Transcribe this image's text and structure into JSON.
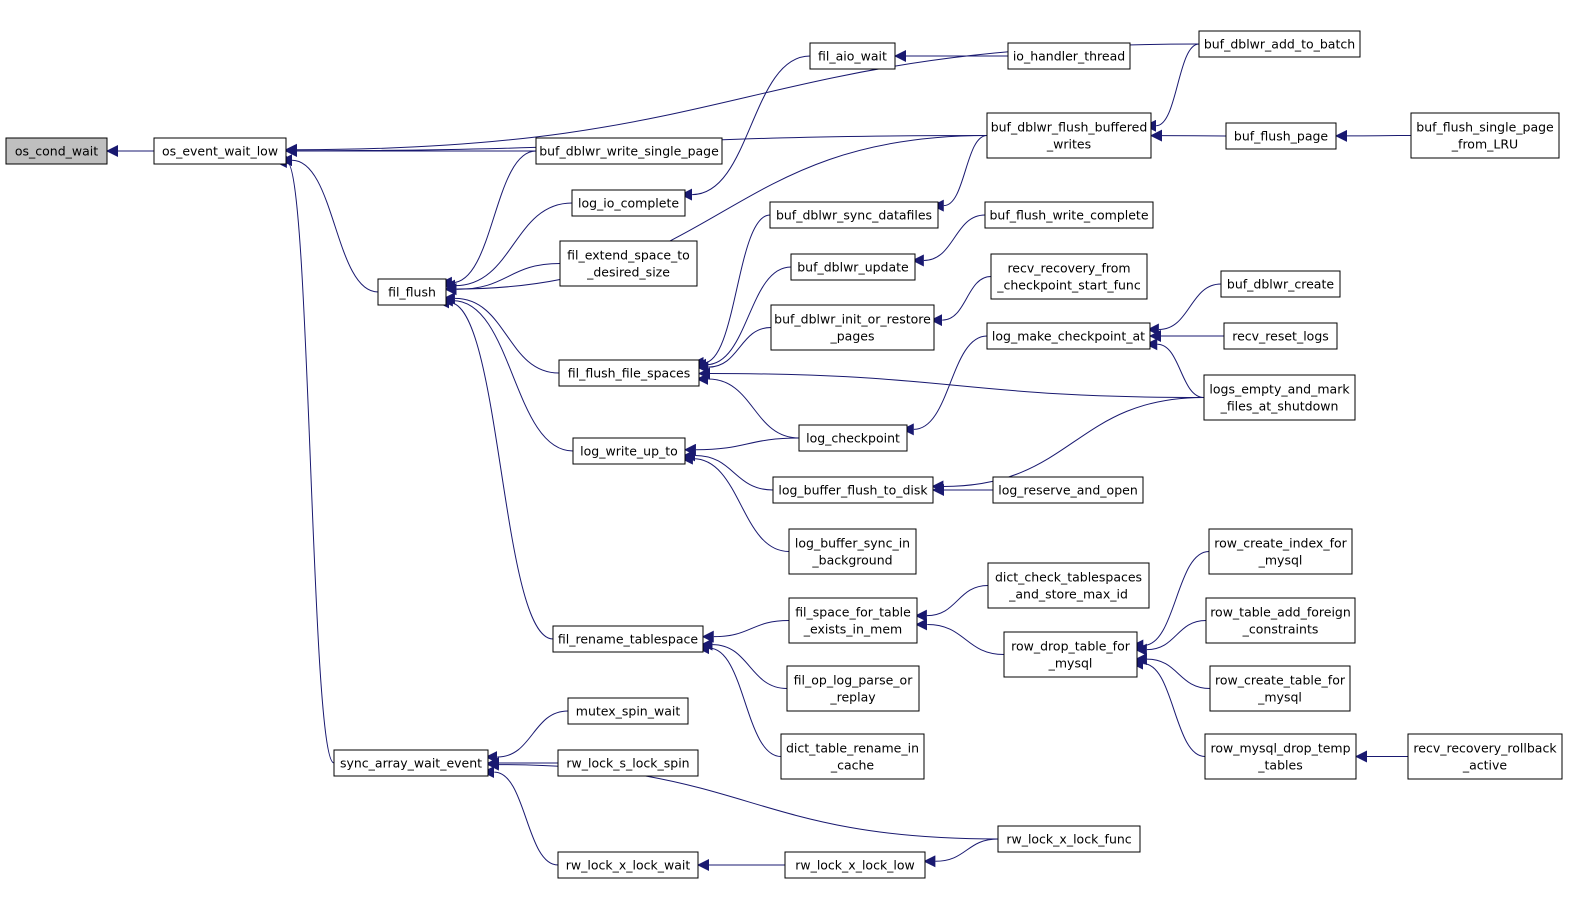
{
  "colors": {
    "edge": "#191970",
    "root_fill": "#bfbfbf",
    "node_fill": "#ffffff",
    "border": "#000000"
  },
  "nodes": [
    {
      "id": "os_cond_wait",
      "lines": [
        "os_cond_wait"
      ],
      "root": true
    },
    {
      "id": "os_event_wait_low",
      "lines": [
        "os_event_wait_low"
      ]
    },
    {
      "id": "fil_flush",
      "lines": [
        "fil_flush"
      ]
    },
    {
      "id": "sync_array_wait_event",
      "lines": [
        "sync_array_wait_event"
      ]
    },
    {
      "id": "buf_dblwr_write_single_page",
      "lines": [
        "buf_dblwr_write_single_page"
      ]
    },
    {
      "id": "log_io_complete",
      "lines": [
        "log_io_complete"
      ]
    },
    {
      "id": "fil_extend_space_to_desired_size",
      "lines": [
        "fil_extend_space_to",
        "_desired_size"
      ]
    },
    {
      "id": "fil_flush_file_spaces",
      "lines": [
        "fil_flush_file_spaces"
      ]
    },
    {
      "id": "log_write_up_to",
      "lines": [
        "log_write_up_to"
      ]
    },
    {
      "id": "fil_rename_tablespace",
      "lines": [
        "fil_rename_tablespace"
      ]
    },
    {
      "id": "mutex_spin_wait",
      "lines": [
        "mutex_spin_wait"
      ]
    },
    {
      "id": "rw_lock_s_lock_spin",
      "lines": [
        "rw_lock_s_lock_spin"
      ]
    },
    {
      "id": "rw_lock_x_lock_wait",
      "lines": [
        "rw_lock_x_lock_wait"
      ]
    },
    {
      "id": "fil_aio_wait",
      "lines": [
        "fil_aio_wait"
      ]
    },
    {
      "id": "buf_dblwr_sync_datafiles",
      "lines": [
        "buf_dblwr_sync_datafiles"
      ]
    },
    {
      "id": "buf_dblwr_update",
      "lines": [
        "buf_dblwr_update"
      ]
    },
    {
      "id": "buf_dblwr_init_or_restore_pages",
      "lines": [
        "buf_dblwr_init_or_restore",
        "_pages"
      ]
    },
    {
      "id": "log_checkpoint",
      "lines": [
        "log_checkpoint"
      ]
    },
    {
      "id": "log_buffer_flush_to_disk",
      "lines": [
        "log_buffer_flush_to_disk"
      ]
    },
    {
      "id": "log_buffer_sync_in_background",
      "lines": [
        "log_buffer_sync_in",
        "_background"
      ]
    },
    {
      "id": "fil_space_for_table_exists_in_mem",
      "lines": [
        "fil_space_for_table",
        "_exists_in_mem"
      ]
    },
    {
      "id": "fil_op_log_parse_or_replay",
      "lines": [
        "fil_op_log_parse_or",
        "_replay"
      ]
    },
    {
      "id": "dict_table_rename_in_cache",
      "lines": [
        "dict_table_rename_in",
        "_cache"
      ]
    },
    {
      "id": "rw_lock_x_lock_low",
      "lines": [
        "rw_lock_x_lock_low"
      ]
    },
    {
      "id": "io_handler_thread",
      "lines": [
        "io_handler_thread"
      ]
    },
    {
      "id": "buf_dblwr_flush_buffered_writes",
      "lines": [
        "buf_dblwr_flush_buffered",
        "_writes"
      ]
    },
    {
      "id": "buf_flush_write_complete",
      "lines": [
        "buf_flush_write_complete"
      ]
    },
    {
      "id": "recv_recovery_from_checkpoint_start_func",
      "lines": [
        "recv_recovery_from",
        "_checkpoint_start_func"
      ]
    },
    {
      "id": "log_make_checkpoint_at",
      "lines": [
        "log_make_checkpoint_at"
      ]
    },
    {
      "id": "log_reserve_and_open",
      "lines": [
        "log_reserve_and_open"
      ]
    },
    {
      "id": "dict_check_tablespaces_and_store_max_id",
      "lines": [
        "dict_check_tablespaces",
        "_and_store_max_id"
      ]
    },
    {
      "id": "row_drop_table_for_mysql",
      "lines": [
        "row_drop_table_for",
        "_mysql"
      ]
    },
    {
      "id": "rw_lock_x_lock_func",
      "lines": [
        "rw_lock_x_lock_func"
      ]
    },
    {
      "id": "buf_dblwr_add_to_batch",
      "lines": [
        "buf_dblwr_add_to_batch"
      ]
    },
    {
      "id": "buf_flush_page",
      "lines": [
        "buf_flush_page"
      ]
    },
    {
      "id": "buf_dblwr_create",
      "lines": [
        "buf_dblwr_create"
      ]
    },
    {
      "id": "recv_reset_logs",
      "lines": [
        "recv_reset_logs"
      ]
    },
    {
      "id": "logs_empty_and_mark_files_at_shutdown",
      "lines": [
        "logs_empty_and_mark",
        "_files_at_shutdown"
      ]
    },
    {
      "id": "row_create_index_for_mysql",
      "lines": [
        "row_create_index_for",
        "_mysql"
      ]
    },
    {
      "id": "row_table_add_foreign_constraints",
      "lines": [
        "row_table_add_foreign",
        "_constraints"
      ]
    },
    {
      "id": "row_create_table_for_mysql",
      "lines": [
        "row_create_table_for",
        "_mysql"
      ]
    },
    {
      "id": "row_mysql_drop_temp_tables",
      "lines": [
        "row_mysql_drop_temp",
        "_tables"
      ]
    },
    {
      "id": "buf_flush_single_page_from_LRU",
      "lines": [
        "buf_flush_single_page",
        "_from_LRU"
      ]
    },
    {
      "id": "recv_recovery_rollback_active",
      "lines": [
        "recv_recovery_rollback",
        "_active"
      ]
    }
  ],
  "edges": [
    [
      "os_cond_wait",
      "os_event_wait_low"
    ],
    [
      "os_event_wait_low",
      "buf_dblwr_add_to_batch"
    ],
    [
      "os_event_wait_low",
      "buf_dblwr_flush_buffered_writes"
    ],
    [
      "os_event_wait_low",
      "buf_dblwr_write_single_page"
    ],
    [
      "os_event_wait_low",
      "fil_flush"
    ],
    [
      "os_event_wait_low",
      "sync_array_wait_event"
    ],
    [
      "fil_flush",
      "buf_dblwr_write_single_page"
    ],
    [
      "fil_flush",
      "log_io_complete"
    ],
    [
      "fil_flush",
      "fil_extend_space_to_desired_size"
    ],
    [
      "fil_flush",
      "buf_dblwr_flush_buffered_writes"
    ],
    [
      "fil_flush",
      "fil_flush_file_spaces"
    ],
    [
      "fil_flush",
      "log_write_up_to"
    ],
    [
      "fil_flush",
      "fil_rename_tablespace"
    ],
    [
      "log_io_complete",
      "fil_aio_wait"
    ],
    [
      "fil_aio_wait",
      "io_handler_thread"
    ],
    [
      "buf_dblwr_flush_buffered_writes",
      "buf_dblwr_add_to_batch"
    ],
    [
      "buf_dblwr_flush_buffered_writes",
      "buf_flush_page"
    ],
    [
      "buf_flush_page",
      "buf_flush_single_page_from_LRU"
    ],
    [
      "fil_flush_file_spaces",
      "buf_dblwr_sync_datafiles"
    ],
    [
      "fil_flush_file_spaces",
      "buf_dblwr_update"
    ],
    [
      "fil_flush_file_spaces",
      "buf_dblwr_init_or_restore_pages"
    ],
    [
      "fil_flush_file_spaces",
      "log_checkpoint"
    ],
    [
      "fil_flush_file_spaces",
      "logs_empty_and_mark_files_at_shutdown"
    ],
    [
      "buf_dblwr_sync_datafiles",
      "buf_dblwr_flush_buffered_writes"
    ],
    [
      "buf_dblwr_update",
      "buf_flush_write_complete"
    ],
    [
      "buf_dblwr_init_or_restore_pages",
      "recv_recovery_from_checkpoint_start_func"
    ],
    [
      "log_write_up_to",
      "log_checkpoint"
    ],
    [
      "log_write_up_to",
      "log_buffer_flush_to_disk"
    ],
    [
      "log_write_up_to",
      "log_buffer_sync_in_background"
    ],
    [
      "log_checkpoint",
      "log_make_checkpoint_at"
    ],
    [
      "log_make_checkpoint_at",
      "buf_dblwr_create"
    ],
    [
      "log_make_checkpoint_at",
      "recv_reset_logs"
    ],
    [
      "log_make_checkpoint_at",
      "logs_empty_and_mark_files_at_shutdown"
    ],
    [
      "log_buffer_flush_to_disk",
      "logs_empty_and_mark_files_at_shutdown"
    ],
    [
      "log_buffer_flush_to_disk",
      "log_reserve_and_open"
    ],
    [
      "fil_rename_tablespace",
      "fil_space_for_table_exists_in_mem"
    ],
    [
      "fil_rename_tablespace",
      "fil_op_log_parse_or_replay"
    ],
    [
      "fil_rename_tablespace",
      "dict_table_rename_in_cache"
    ],
    [
      "fil_space_for_table_exists_in_mem",
      "dict_check_tablespaces_and_store_max_id"
    ],
    [
      "fil_space_for_table_exists_in_mem",
      "row_drop_table_for_mysql"
    ],
    [
      "row_drop_table_for_mysql",
      "row_create_index_for_mysql"
    ],
    [
      "row_drop_table_for_mysql",
      "row_table_add_foreign_constraints"
    ],
    [
      "row_drop_table_for_mysql",
      "row_create_table_for_mysql"
    ],
    [
      "row_drop_table_for_mysql",
      "row_mysql_drop_temp_tables"
    ],
    [
      "row_mysql_drop_temp_tables",
      "recv_recovery_rollback_active"
    ],
    [
      "sync_array_wait_event",
      "mutex_spin_wait"
    ],
    [
      "sync_array_wait_event",
      "rw_lock_s_lock_spin"
    ],
    [
      "sync_array_wait_event",
      "rw_lock_x_lock_func"
    ],
    [
      "sync_array_wait_event",
      "rw_lock_x_lock_wait"
    ],
    [
      "rw_lock_x_lock_wait",
      "rw_lock_x_lock_low"
    ],
    [
      "rw_lock_x_lock_low",
      "rw_lock_x_lock_func"
    ]
  ]
}
